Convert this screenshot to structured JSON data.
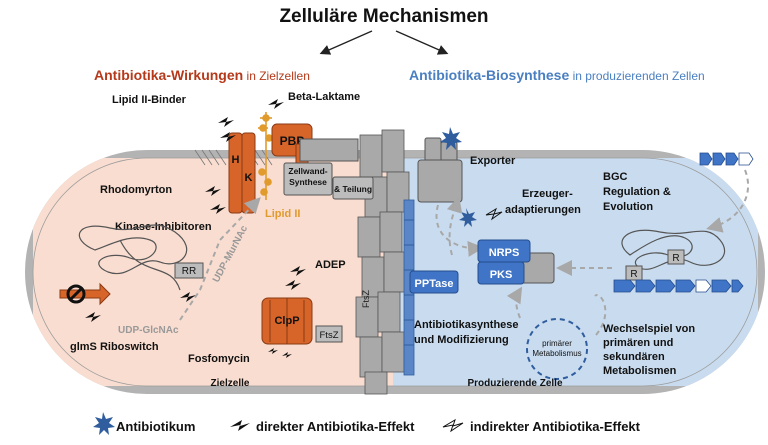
{
  "title": "Zelluläre Mechanismen",
  "left_header": {
    "main": "Antibiotika-Wirkungen",
    "sub": " in Zielzellen"
  },
  "right_header": {
    "main": "Antibiotika-Biosynthese",
    "sub": " in produzierenden Zellen"
  },
  "left_labels": {
    "lipid2_binder": "Lipid II-Binder",
    "beta_laktame": "Beta-Laktame",
    "pbp": "PBP",
    "h": "H",
    "k": "K",
    "rhodomyrton": "Rhodomyrton",
    "zellwand_1": "Zellwand-",
    "zellwand_2": "Synthese",
    "teilung": "& Teilung",
    "lipid2": "Lipid II",
    "kinase": "Kinase-Inhibitoren",
    "adep": "ADEP",
    "rr": "RR",
    "udp_murnac": "UDP-MurNAc",
    "udp_glcnac": "UDP-GlcNAc",
    "glms": "glmS Riboswitch",
    "clpp": "ClpP",
    "ftsz_box": "FtsZ",
    "ftsz_wall": "FtsZ",
    "fosfomycin": "Fosfomycin",
    "zielzelle": "Zielzelle"
  },
  "right_labels": {
    "exporter": "Exporter",
    "erzeuger_1": "Erzeuger-",
    "erzeuger_2": "adaptierungen",
    "bgc_1": "BGC",
    "bgc_2": "Regulation &",
    "bgc_3": "Evolution",
    "nrps": "NRPS",
    "pks": "PKS",
    "pptase": "PPTase",
    "r1": "R",
    "r2": "R",
    "abs_1": "Antibiotikasynthese",
    "abs_2": "und Modifizierung",
    "prim_1": "primärer",
    "prim_2": "Metabolismus",
    "ws_1": "Wechselspiel von",
    "ws_2": "primären und",
    "ws_3": "sekundären",
    "ws_4": "Metabolismen",
    "produzierende": "Produzierende Zelle"
  },
  "legend": {
    "antibiotikum": "Antibiotikum",
    "direkt": "direkter Antibiotika-Effekt",
    "indirekt": "indirekter Antibiotika-Effekt"
  },
  "colors": {
    "left_title": "#b5391a",
    "right_title": "#4a7fc1",
    "left_cell": "#f9ddd0",
    "right_cell": "#c9dcef",
    "membrane": "#b3b3b3",
    "protein_orange": "#d7652a",
    "protein_blue": "#3f74c6",
    "lipid2": "#e19a2c",
    "star": "#2f5d9e"
  }
}
